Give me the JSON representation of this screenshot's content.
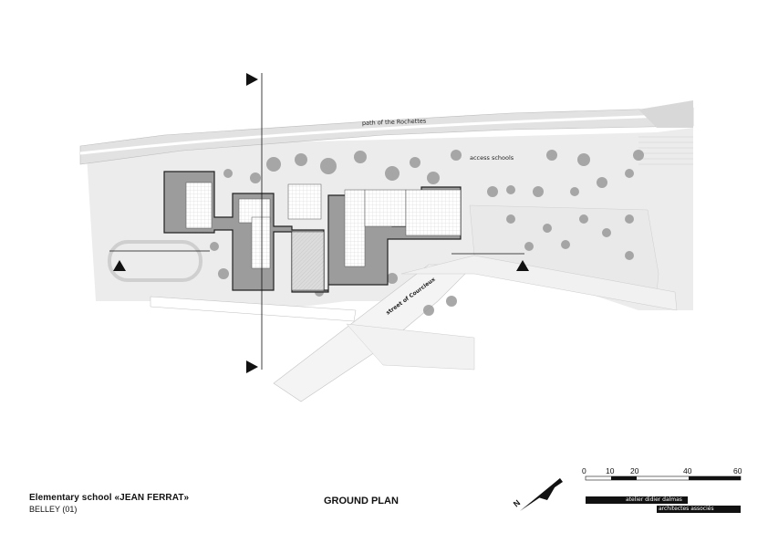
{
  "project": {
    "name": "Elementary school «JEAN FERRAT»",
    "location": "BELLEY (01)"
  },
  "drawing": {
    "title": "GROUND PLAN"
  },
  "labels": {
    "path": "path of the Rochettes",
    "access": "access schools",
    "street": "street of Courcieux"
  },
  "scale_bar": {
    "ticks": [
      "0",
      "10",
      "20",
      "40",
      "60"
    ]
  },
  "firm": {
    "line1": "atelier didier dalmas",
    "line2": "architectes associés"
  },
  "north": {
    "letter": "N"
  },
  "colors": {
    "ground": "#e6e6e6",
    "building_fill": "#9c9c9c",
    "roof_grid": "#ffffff",
    "trees": "#8f8f8f",
    "ink": "#111111"
  }
}
